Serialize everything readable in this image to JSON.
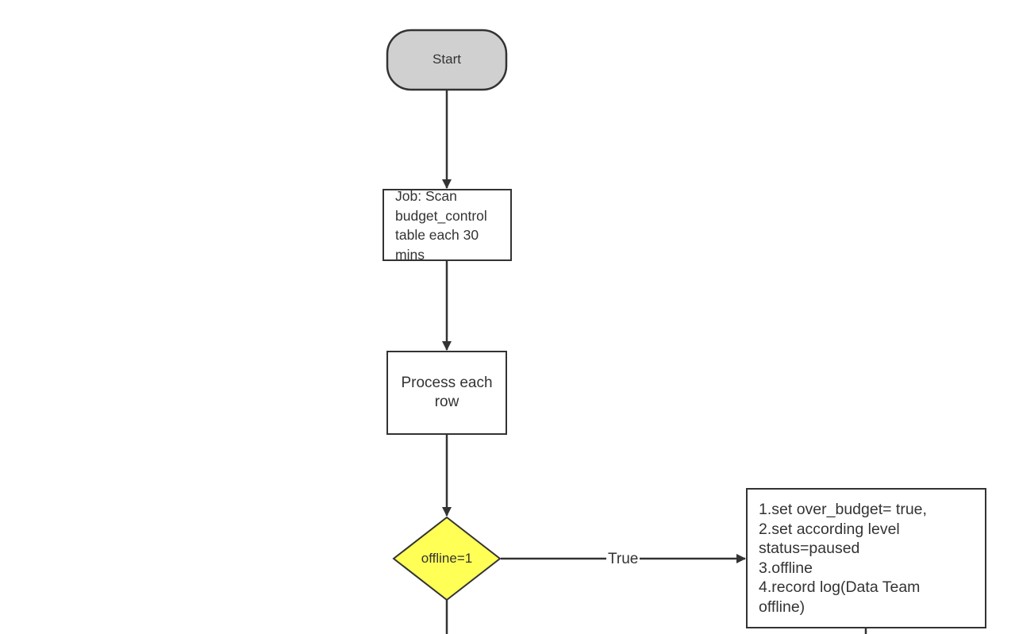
{
  "diagram": {
    "nodes": {
      "start": {
        "label": "Start",
        "shape": "terminator",
        "fill": "#d0d0d0"
      },
      "job": {
        "lines": [
          "Job: Scan",
          "budget_control",
          "table each 30",
          "mins"
        ],
        "shape": "process",
        "fill": "#ffffff"
      },
      "process": {
        "lines": [
          "Process each",
          "row"
        ],
        "shape": "process",
        "fill": "#ffffff"
      },
      "decision": {
        "label": "offline=1",
        "shape": "decision",
        "fill": "#ffff55"
      },
      "action": {
        "lines": [
          "1.set over_budget= true,",
          "2.set according level",
          "status=paused",
          "3.offline",
          "4.record log(Data Team",
          "offline)"
        ],
        "shape": "process",
        "fill": "#ffffff"
      }
    },
    "edges": {
      "start_to_job": {
        "from": "start",
        "to": "job"
      },
      "job_to_process": {
        "from": "job",
        "to": "process"
      },
      "process_to_decision": {
        "from": "process",
        "to": "decision"
      },
      "decision_to_action": {
        "from": "decision",
        "to": "action",
        "label": "True"
      },
      "decision_down": {
        "from": "decision",
        "to": ""
      },
      "action_down": {
        "from": "action",
        "to": ""
      }
    },
    "stroke_color": "#333333"
  }
}
